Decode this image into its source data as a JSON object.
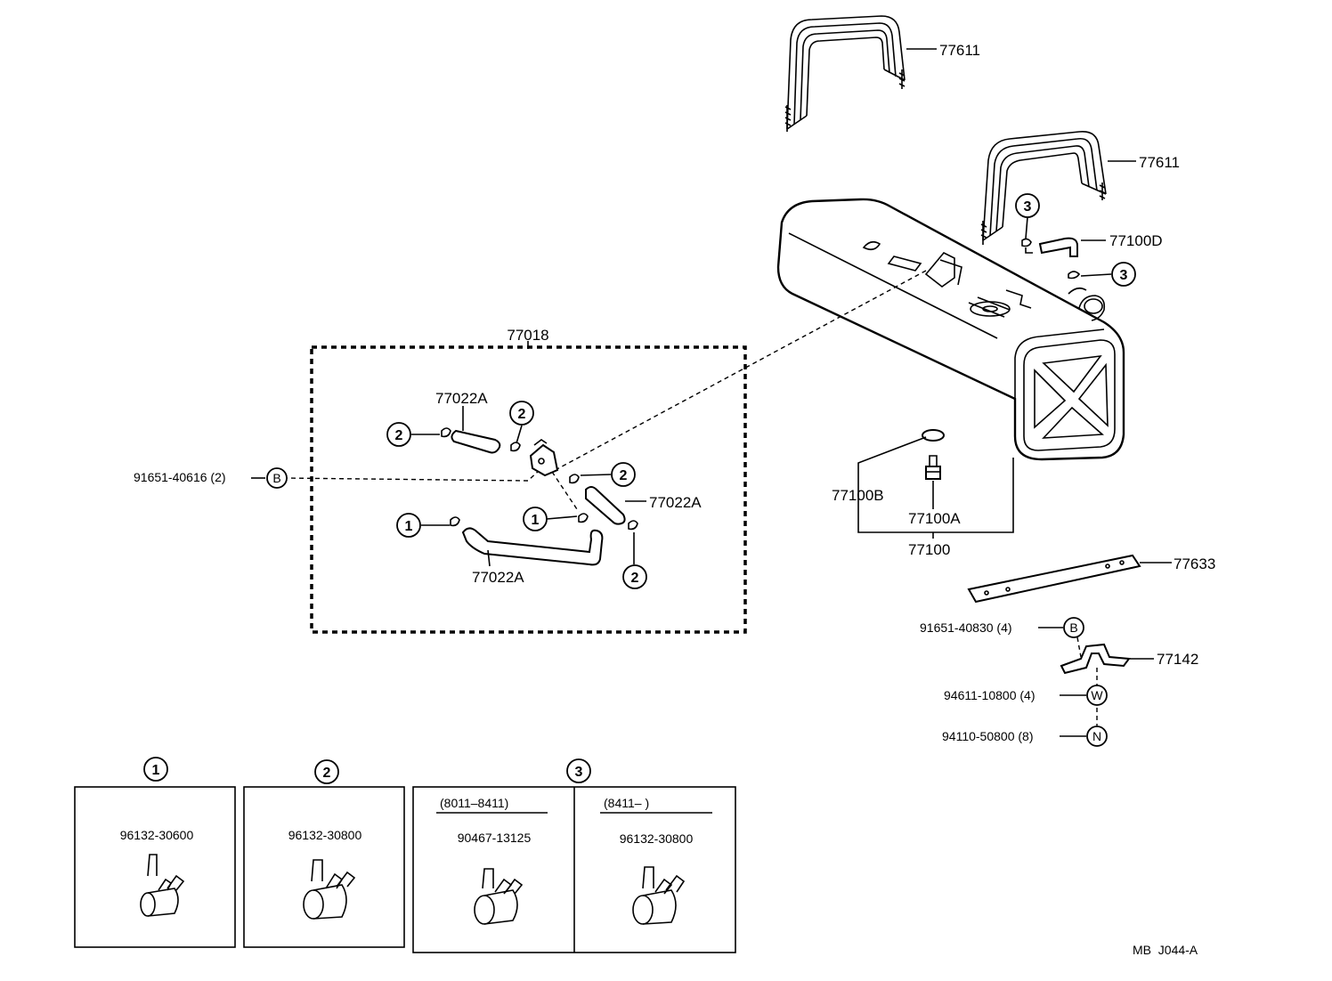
{
  "diagram_code": "MB  J044-A",
  "callouts": {
    "strap_upper": "77611",
    "strap_lower": "77611",
    "hose_d": "77100D",
    "kit": "77018",
    "hose_a_top": "77022A",
    "hose_a_right": "77022A",
    "hose_a_bottom": "77022A",
    "bolt_b_left": "91651-40616 (2)",
    "plug_b": "77100B",
    "plug_a": "77100A",
    "tank": "77100",
    "band": "77633",
    "bolt_b_right": "91651-40830 (4)",
    "bracket": "77142",
    "washer_w": "94611-10800 (4)",
    "nut_n": "94110-50800 (8)"
  },
  "markers": {
    "one": "1",
    "two": "2",
    "three": "3",
    "b": "B",
    "w": "W",
    "n": "N"
  },
  "legend": {
    "panel1": {
      "number": "1",
      "part": "96132-30600"
    },
    "panel2": {
      "number": "2",
      "part": "96132-30800"
    },
    "panel3": {
      "number": "3",
      "left": {
        "range": "(8011–8411)",
        "part": "90467-13125"
      },
      "right": {
        "range": "(8411–        )",
        "part": "96132-30800"
      }
    }
  }
}
